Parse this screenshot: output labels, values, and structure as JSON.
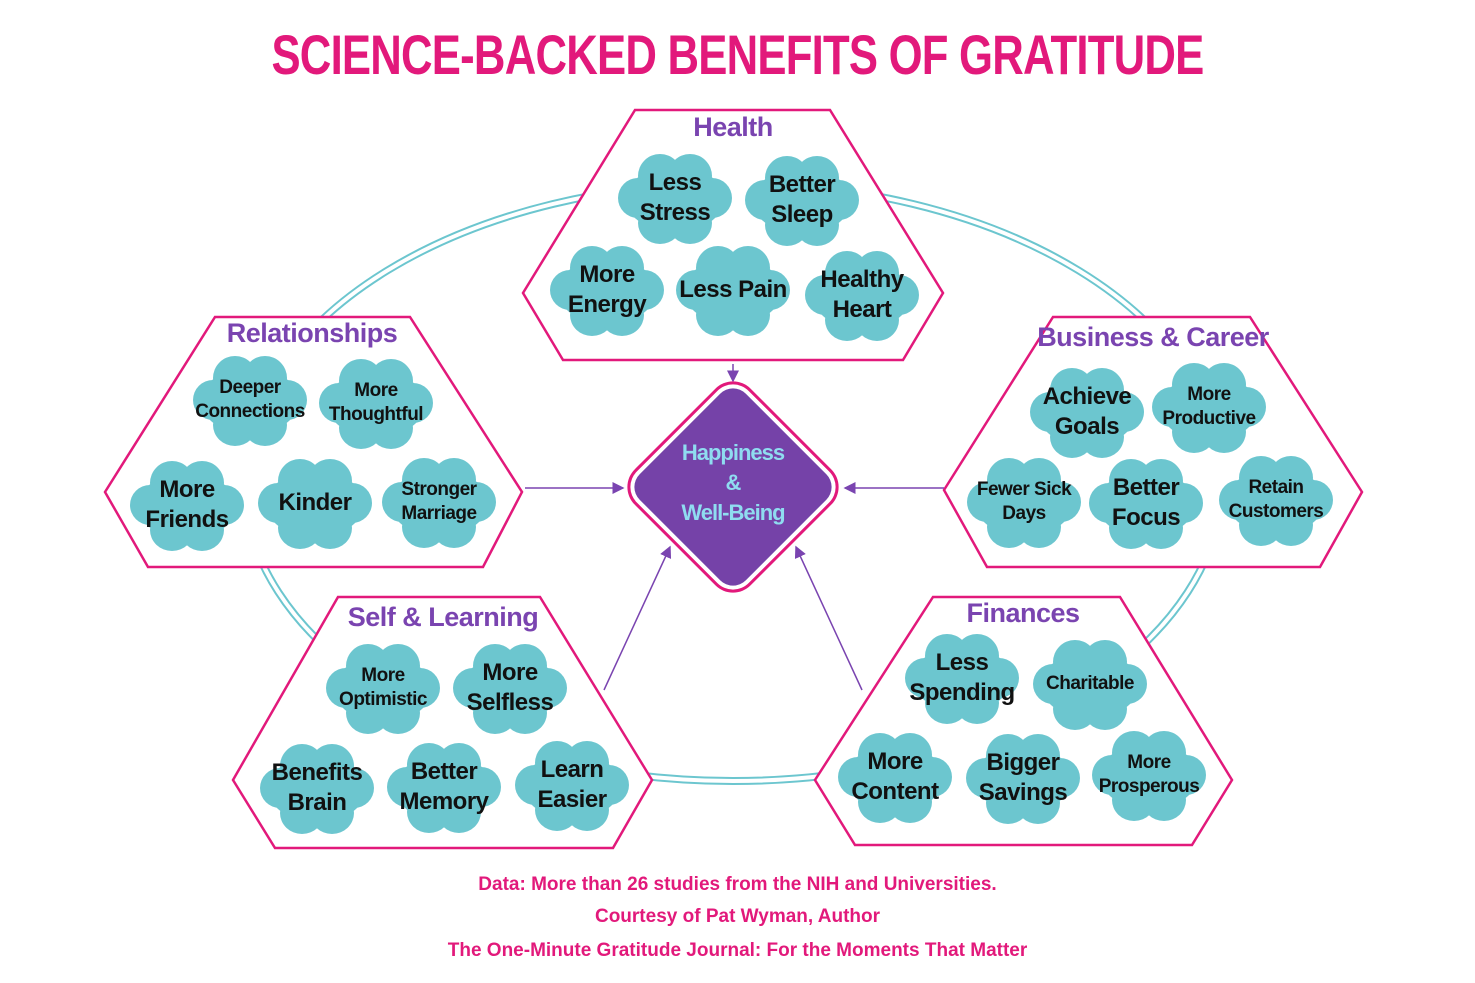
{
  "title": "SCIENCE-BACKED BENEFITS OF GRATITUDE",
  "center": {
    "line1": "Happiness",
    "line2": "&",
    "line3": "Well-Being"
  },
  "categories": [
    {
      "name": "Health",
      "items": [
        "Less Stress",
        "Better Sleep",
        "More Energy",
        "Less Pain",
        "Healthy Heart"
      ]
    },
    {
      "name": "Relationships",
      "items": [
        "Deeper Connections",
        "More Thoughtful",
        "More Friends",
        "Kinder",
        "Stronger Marriage"
      ]
    },
    {
      "name": "Business & Career",
      "items": [
        "Achieve Goals",
        "More Productive",
        "Fewer Sick Days",
        "Better Focus",
        "Retain Customers"
      ]
    },
    {
      "name": "Self & Learning",
      "items": [
        "More Optimistic",
        "More Selfless",
        "Benefits Brain",
        "Better Memory",
        "Learn Easier"
      ]
    },
    {
      "name": "Finances",
      "items": [
        "Less Spending",
        "Charitable",
        "More Content",
        "Bigger Savings",
        "More Prosperous"
      ]
    }
  ],
  "footer": {
    "line1": "Data: More than 26 studies from the NIH and Universities.",
    "line2": "Courtesy of Pat Wyman, Author",
    "line3": "The One-Minute Gratitude Journal: For the Moments That Matter"
  },
  "colors": {
    "pink": "#e2197b",
    "purple": "#7542a8",
    "teal": "#6cc6cf",
    "center_text": "#8fdcf0"
  }
}
